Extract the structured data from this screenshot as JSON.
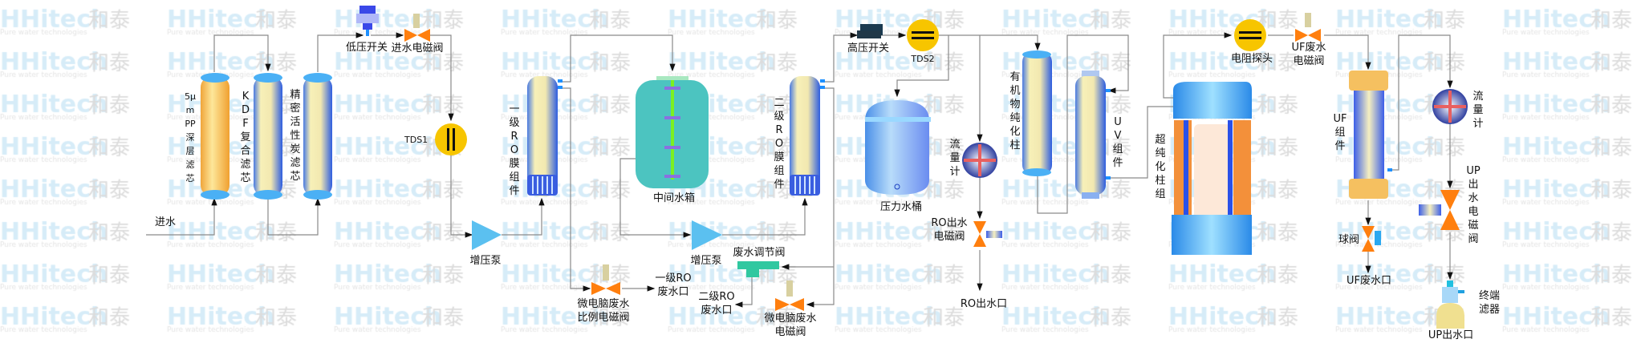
{
  "watermark": {
    "brand": "HHitech",
    "cn": "和泰",
    "tagline": "Pure water technologies"
  },
  "labels": {
    "inlet": "进水",
    "pp_filter": "5μmPP深层滤芯",
    "kdf_filter": "KDF复合滤芯",
    "carbon_filter": "精密活性炭滤芯",
    "low_pressure_switch": "低压开关",
    "inlet_valve": "进水电磁阀",
    "tds1": "TDS1",
    "booster_pump1": "增压泵",
    "ro1_module": "一级RO膜组件",
    "ro1_waste_valve": [
      "微电脑废水",
      "比例电磁阀"
    ],
    "ro1_waste_outlet": [
      "一级RO",
      "废水口"
    ],
    "middle_tank": "中间水箱",
    "booster_pump2": "增压泵",
    "ro2_module": "二级RO膜组件",
    "waste_regulating_valve": "废水调节阀",
    "ro2_waste_outlet": [
      "二级RO",
      "废水口"
    ],
    "ro2_waste_valve": [
      "微电脑废水",
      "电磁阀"
    ],
    "high_pressure_switch": "高压开关",
    "tds2": "TDS2",
    "pressure_tank": "压力水桶",
    "flow_meter1": "流量计",
    "ro_outlet_valve": [
      "RO出水",
      "电磁阀"
    ],
    "ro_outlet": "RO出水口",
    "organic_column": "有机物纯化柱",
    "uv_module": "UV组件",
    "ultrapure_column": "超纯化柱组",
    "resistivity_probe": "电阻探头",
    "uf_waste_valve": [
      "UF废水",
      "电磁阀"
    ],
    "uf_module": "UF组件",
    "ball_valve": "球阀",
    "uf_waste_outlet": "UF废水口",
    "flow_meter2": "流量计",
    "up_outlet_valve": "UP出水电磁阀",
    "terminal_filter": [
      "终端",
      "滤器"
    ],
    "up_outlet": "UP出水口"
  },
  "colors": {
    "pipe": "#8a8a8a",
    "valve": "#ff7f0e",
    "pump": "#5bc0f0",
    "tds": "#f5c400"
  }
}
